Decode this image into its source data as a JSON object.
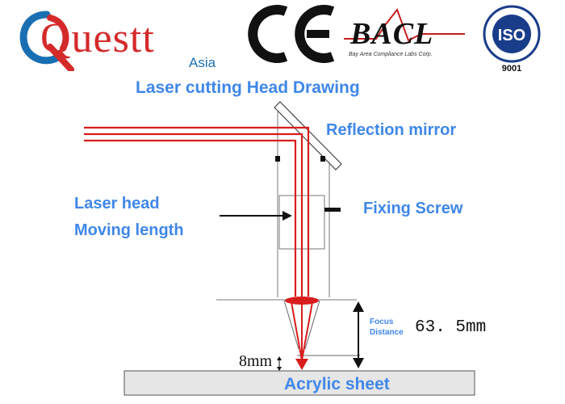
{
  "logos": {
    "quest_brand": "Questt",
    "quest_sub": "Asia",
    "ce_mark": "CE",
    "bacl_brand": "BACL",
    "bacl_sub": "Bay Area Compliance Labs Corp.",
    "iso_text": "ISO",
    "iso_number": "9001"
  },
  "diagram": {
    "title": "Laser cutting Head Drawing",
    "label_mirror": "Reflection mirror",
    "label_fixing": "Fixing Screw",
    "label_head_line1": "Laser head",
    "label_head_line2": "Moving length",
    "focus_label_line1": "Focus",
    "focus_label_line2": "Distance",
    "focus_value": "63. 5mm",
    "gap_value": "8mm",
    "workpiece": "Acrylic sheet"
  },
  "colors": {
    "label_blue": "#3f87e9",
    "laser_red": "#d91c1c",
    "brand_red": "#d42a2a",
    "brand_blue": "#1a6fb3"
  }
}
